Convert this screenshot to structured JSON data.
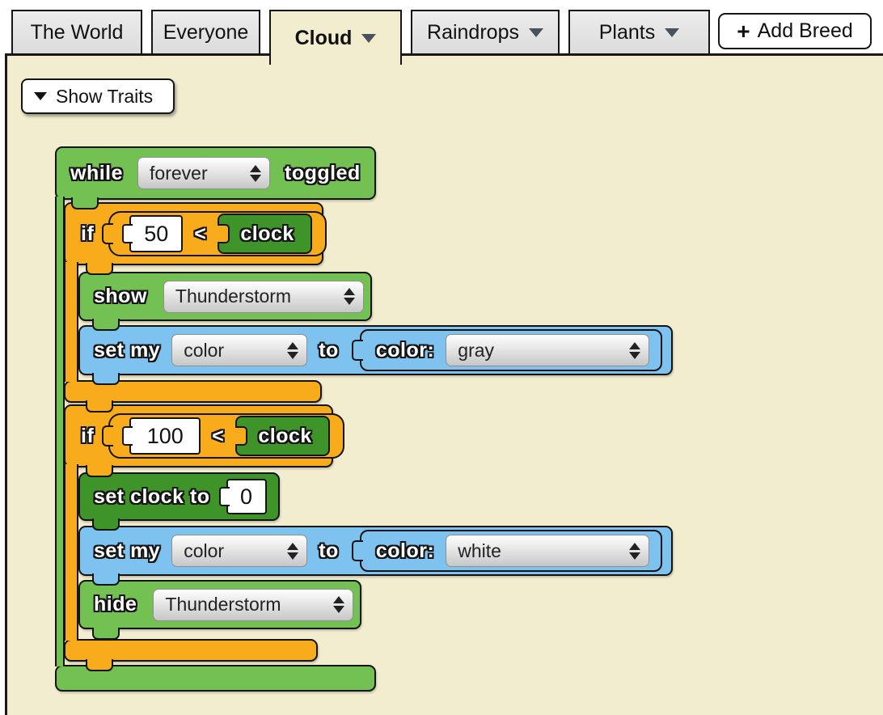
{
  "tab_bar": {
    "tabs": [
      {
        "label": "The World"
      },
      {
        "label": "Everyone"
      },
      {
        "label": "Cloud"
      },
      {
        "label": "Raindrops"
      },
      {
        "label": "Plants"
      }
    ],
    "add_breed": {
      "plus": "+",
      "label": "Add Breed"
    }
  },
  "canvas": {
    "show_traits": {
      "label": "Show Traits"
    },
    "script": {
      "while_block": {
        "keyword": "while",
        "condition_option": "forever",
        "suffix": "toggled"
      },
      "if_block_1": {
        "keyword": "if",
        "left_value": "50",
        "operator": "<",
        "right_reporter": "clock"
      },
      "show_block": {
        "keyword": "show",
        "shape_option": "Thunderstorm"
      },
      "set_color_gray": {
        "keyword": "set my",
        "trait_option": "color",
        "to_label": "to",
        "expr_keyword": "color:",
        "expr_option": "gray"
      },
      "if_block_2": {
        "keyword": "if",
        "left_value": "100",
        "operator": "<",
        "right_reporter": "clock"
      },
      "set_clock_block": {
        "keyword": "set clock to",
        "value": "0"
      },
      "set_color_white": {
        "keyword": "set my",
        "trait_option": "color",
        "to_label": "to",
        "expr_keyword": "color:",
        "expr_option": "white"
      },
      "hide_block": {
        "keyword": "hide",
        "shape_option": "Thunderstorm"
      }
    }
  },
  "colors": {
    "canvas_bg": "#F2EDCF",
    "block_green": "#72C152",
    "block_orange": "#F8AB1B",
    "block_blue": "#7EC2F0",
    "block_dark_green": "#3E9428",
    "tab_gray": "#E4E4E4",
    "outline": "#141414"
  }
}
